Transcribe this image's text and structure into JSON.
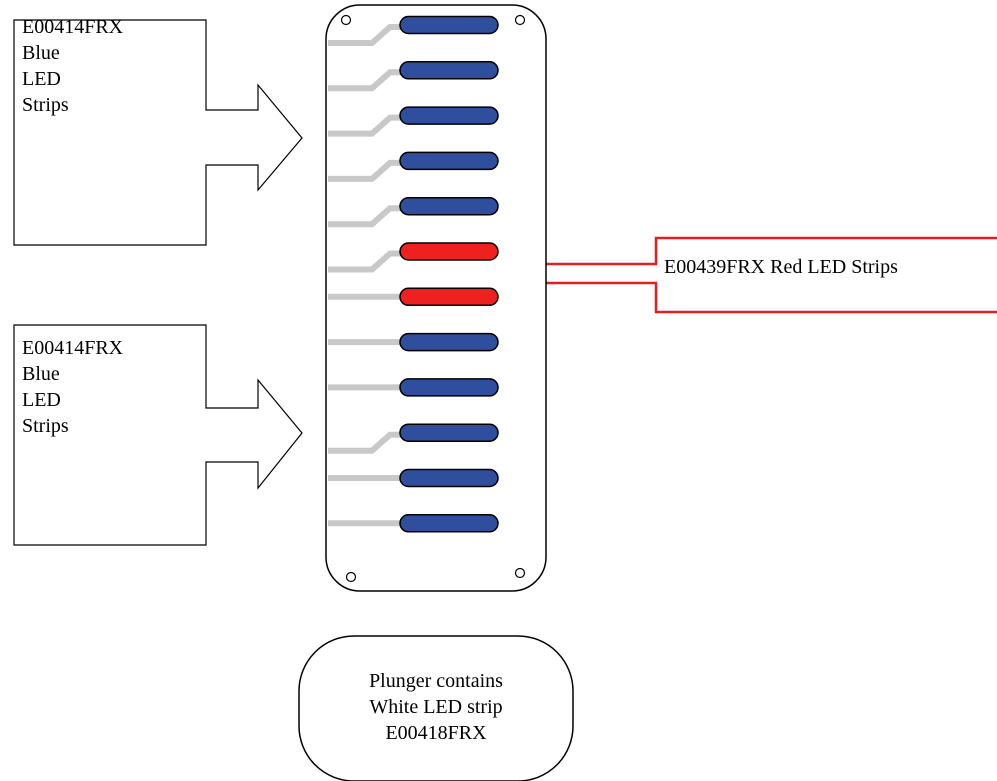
{
  "callouts": {
    "blue_top": "E00414FRX\nBlue\nLED\nStrips",
    "red": "E00439FRX Red LED Strips",
    "blue_bottom": "E00414FRX\nBlue\nLED\nStrips"
  },
  "plunger": {
    "text": "Plunger contains\nWhite LED strip\nE00418FRX"
  },
  "strips": [
    {
      "color": "blue",
      "lead": "angled"
    },
    {
      "color": "blue",
      "lead": "angled"
    },
    {
      "color": "blue",
      "lead": "angled"
    },
    {
      "color": "blue",
      "lead": "angled"
    },
    {
      "color": "blue",
      "lead": "angled"
    },
    {
      "color": "red",
      "lead": "angled"
    },
    {
      "color": "red",
      "lead": "straight"
    },
    {
      "color": "blue",
      "lead": "straight"
    },
    {
      "color": "blue",
      "lead": "straight"
    },
    {
      "color": "blue",
      "lead": "angled"
    },
    {
      "color": "blue",
      "lead": "straight"
    },
    {
      "color": "blue",
      "lead": "straight"
    }
  ],
  "colors": {
    "blue_strip": "#2f4f9e",
    "red_strip": "#ee2020",
    "lead": "#c8c8c8",
    "red_arrow": "#e02020",
    "outline": "#000000"
  }
}
